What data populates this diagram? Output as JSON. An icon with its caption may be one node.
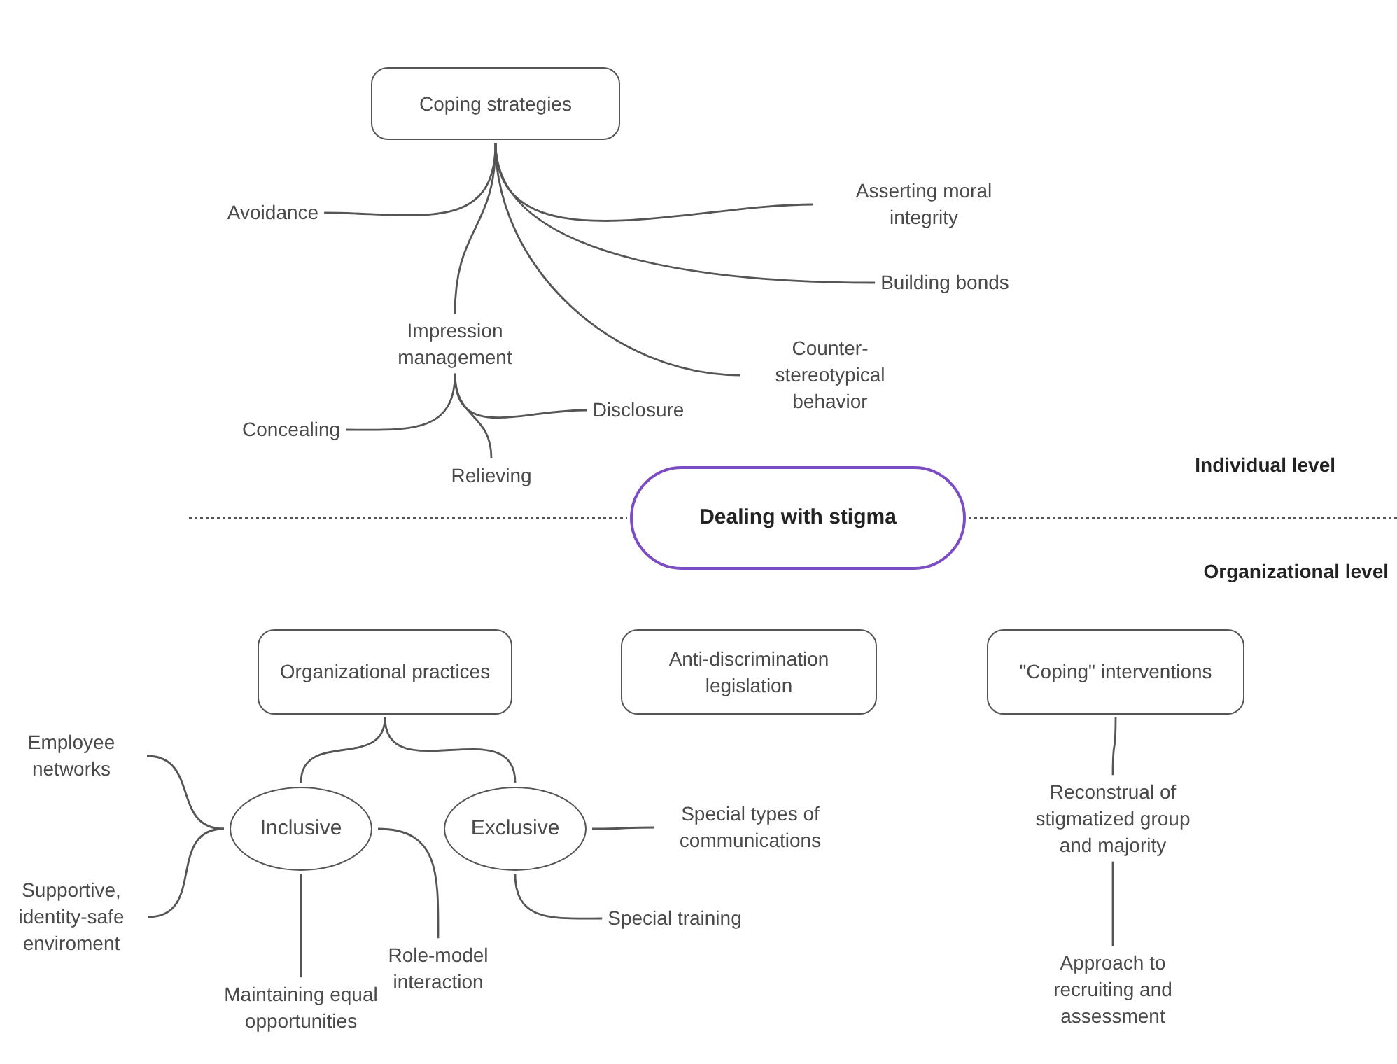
{
  "diagram": {
    "nodes": [
      {
        "text": [
          "Coping strategies"
        ]
      },
      {
        "text": [
          "Avoidance"
        ]
      },
      {
        "text": [
          "Asserting moral integrity"
        ]
      },
      {
        "text": [
          "Building bonds"
        ]
      },
      {
        "text": [
          "Impression management"
        ]
      },
      {
        "text": [
          "Counter-stereotypical behavior"
        ]
      },
      {
        "text": [
          "Concealing"
        ]
      },
      {
        "text": [
          "Disclosure"
        ]
      },
      {
        "text": [
          "Relieving"
        ]
      },
      {
        "text": [
          "Dealing with stigma"
        ]
      },
      {
        "text": [
          "Organizational practices"
        ]
      },
      {
        "text": [
          "Anti-discrimination legislation"
        ]
      },
      {
        "text": [
          "\"Coping\" interventions"
        ]
      },
      {
        "text": [
          "Inclusive"
        ]
      },
      {
        "text": [
          "Exclusive"
        ]
      },
      {
        "text": [
          "Employee networks"
        ]
      },
      {
        "text": [
          "Supportive, identity-safe enviroment"
        ]
      },
      {
        "text": [
          "Maintaining equal opportunities"
        ]
      },
      {
        "text": [
          "Role-model interaction"
        ]
      },
      {
        "text": [
          "Special types of communications"
        ]
      },
      {
        "text": [
          "Special training"
        ]
      },
      {
        "text": [
          "Reconstrual of stigmatized group and majority"
        ]
      },
      {
        "text": [
          "Approach to recruiting and assessment"
        ]
      }
    ],
    "edges": [
      {
        "from": 0,
        "to": 1,
        "arrow": "none"
      },
      {
        "from": 0,
        "to": 2,
        "arrow": "none"
      },
      {
        "from": 0,
        "to": 3,
        "arrow": "none"
      },
      {
        "from": 0,
        "to": 4,
        "arrow": "none"
      },
      {
        "from": 0,
        "to": 5,
        "arrow": "none"
      },
      {
        "from": 4,
        "to": 6,
        "arrow": "none"
      },
      {
        "from": 4,
        "to": 7,
        "arrow": "none"
      },
      {
        "from": 4,
        "to": 8,
        "arrow": "none"
      },
      {
        "from": 10,
        "to": 13,
        "arrow": "none"
      },
      {
        "from": 10,
        "to": 14,
        "arrow": "none"
      },
      {
        "from": 13,
        "to": 15,
        "arrow": "none"
      },
      {
        "from": 13,
        "to": 16,
        "arrow": "none"
      },
      {
        "from": 13,
        "to": 17,
        "arrow": "none"
      },
      {
        "from": 13,
        "to": 18,
        "arrow": "none"
      },
      {
        "from": 14,
        "to": 19,
        "arrow": "none"
      },
      {
        "from": 14,
        "to": 20,
        "arrow": "none"
      },
      {
        "from": 12,
        "to": 21,
        "arrow": "none"
      },
      {
        "from": 21,
        "to": 22,
        "arrow": "none"
      }
    ],
    "labels": [
      "Individual level",
      "Organizational level"
    ]
  }
}
